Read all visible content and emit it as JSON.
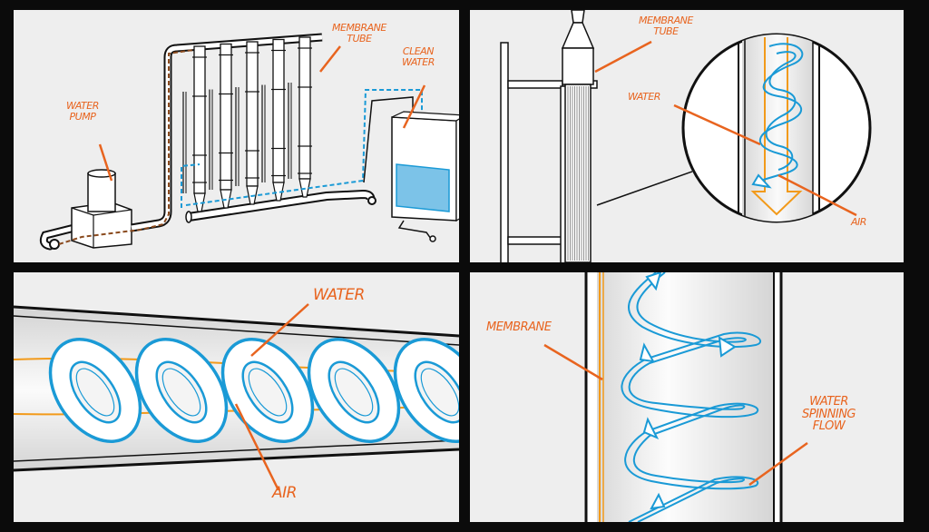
{
  "title": "Membrane tube water and air flow illustration",
  "colors": {
    "label": "#e8641f",
    "water": "#1a9ad6",
    "air": "#f29a1a",
    "pipe_outline": "#111111",
    "panel_bg": "#eeeeee",
    "frame": "#0b0b0b"
  },
  "panels": [
    {
      "id": "system-overview",
      "labels": {
        "water_pump_1": "WATER",
        "water_pump_2": "PUMP",
        "membrane_tube_1": "MEMBRANE",
        "membrane_tube_2": "TUBE",
        "clean_water_1": "CLEAN",
        "clean_water_2": "WATER"
      }
    },
    {
      "id": "tube-detail",
      "labels": {
        "membrane_tube_1": "MEMBRANE",
        "membrane_tube_2": "TUBE",
        "water": "WATER",
        "air": "AIR"
      }
    },
    {
      "id": "horizontal-flow",
      "labels": {
        "water": "WATER",
        "air": "AIR"
      }
    },
    {
      "id": "vertical-spiral",
      "labels": {
        "membrane": "MEMBRANE",
        "spinning_1": "WATER",
        "spinning_2": "SPINNING",
        "spinning_3": "FLOW"
      }
    }
  ]
}
